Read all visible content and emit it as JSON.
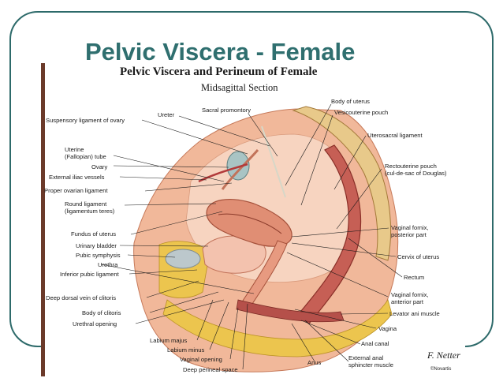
{
  "slide": {
    "title": "Pelvic Viscera - Female"
  },
  "plate": {
    "title": "Pelvic Viscera and Perineum of Female",
    "subtitle": "Midsagittal Section",
    "signature": "F. Netter",
    "copyright": "©Novartis"
  },
  "labels": {
    "body_of_uterus": "Body of uterus",
    "sacral_promontory": "Sacral promontory",
    "vesicouterine_pouch": "Vesicouterine pouch",
    "ureter": "Ureter",
    "suspensory_ligament": "Suspensory ligament of ovary",
    "uterosacral_ligament": "Uterosacral ligament",
    "uterine_tube_1": "Uterine",
    "uterine_tube_2": "(Fallopian) tube",
    "ovary": "Ovary",
    "external_iliac_vessels": "External iliac vessels",
    "proper_ovarian_ligament": "Proper ovarian ligament",
    "rectouterine_pouch_1": "Rectouterine pouch",
    "rectouterine_pouch_2": "(cul-de-sac of Douglas)",
    "round_ligament_1": "Round ligament",
    "round_ligament_2": "(ligamentum teres)",
    "fundus_of_uterus": "Fundus of uterus",
    "vaginal_fornix_posterior_1": "Vaginal fornix,",
    "vaginal_fornix_posterior_2": "posterior part",
    "urinary_bladder": "Urinary bladder",
    "pubic_symphysis": "Pubic symphysis",
    "cervix_of_uterus": "Cervix of uterus",
    "urethra": "Urethra",
    "inferior_pubic_ligament": "Inferior pubic ligament",
    "rectum": "Rectum",
    "vaginal_fornix_anterior_1": "Vaginal fornix,",
    "vaginal_fornix_anterior_2": "anterior part",
    "deep_dorsal_vein": "Deep dorsal vein of clitoris",
    "levator_ani": "Levator ani muscle",
    "body_of_clitoris": "Body of clitoris",
    "urethral_opening": "Urethral opening",
    "vagina": "Vagina",
    "anal_canal": "Anal canal",
    "labium_majus": "Labium majus",
    "labium_minus": "Labium minus",
    "vaginal_opening": "Vaginal opening",
    "anus": "Anus",
    "external_anal_sphincter_1": "External anal",
    "external_anal_sphincter_2": "sphincter muscle",
    "deep_perineal_space": "Deep perineal space"
  },
  "colors": {
    "title": "#2f6f6f",
    "frame": "#2d6a6a",
    "tissue": "#e9a487",
    "muscle": "#b5504a",
    "fat": "#e9c24a",
    "bladder": "#b9c6cc",
    "leader": "#1a1a1a"
  }
}
